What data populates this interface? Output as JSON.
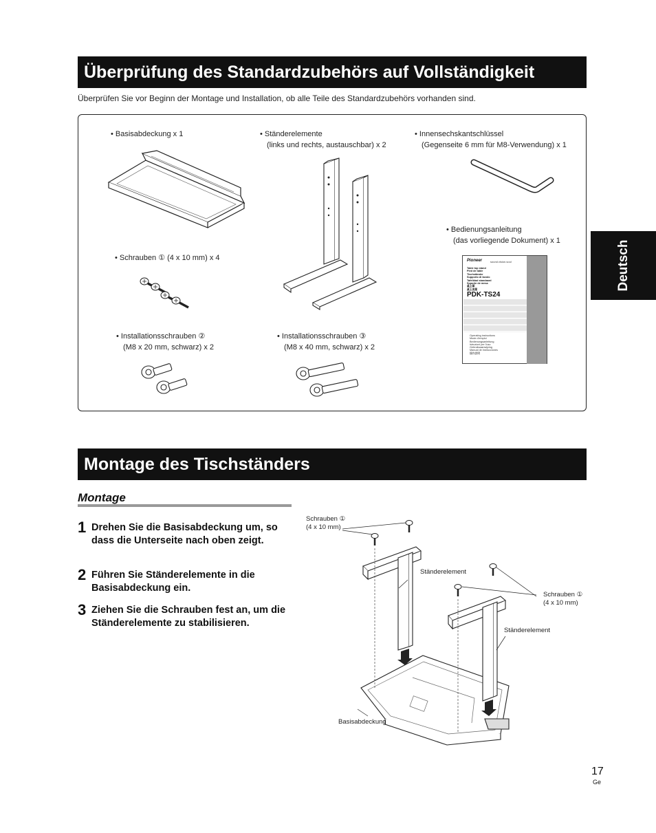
{
  "section1": {
    "title": "Überprüfung des Standardzubehörs auf Vollständigkeit",
    "intro": "Überprüfen Sie vor Beginn der Montage und Installation, ob alle Teile des Standardzubehörs vorhanden sind."
  },
  "parts": {
    "base_cover": "• Basisabdeckung x 1",
    "stand_elements_1": "• Ständerelemente",
    "stand_elements_2": "(links und rechts, austauschbar) x 2",
    "hex_key_1": "• Innensechskantschlüssel",
    "hex_key_2": "(Gegenseite 6 mm für M8-Verwendung) x 1",
    "manual_1": "• Bedienungsanleitung",
    "manual_2": "(das vorliegende Dokument) x 1",
    "screws_1": "• Schrauben ① (4 x 10 mm) x 4",
    "inst_screws2_1": "• Installationsschrauben ②",
    "inst_screws2_2": "(M8 x 20 mm, schwarz) x 2",
    "inst_screws3_1": "• Installationsschrauben ③",
    "inst_screws3_2": "(M8 x 40 mm, schwarz) x 2"
  },
  "manual_cover": {
    "brand": "Pioneer",
    "tagline": "sound.vision.soul",
    "titles": [
      "Table top stand",
      "Pied de table",
      "Tischständer",
      "Supporto di tavolo",
      "Tafelblad standaard",
      "Soporte de mesa",
      "桌上架",
      "桌上支架"
    ],
    "model": "PDK-TS24",
    "languages": [
      "Operating instructions",
      "Mode d'emploi",
      "Bedienungsanleitung",
      "Istruzioni per l'uso",
      "Gebruiksaanwijzing",
      "Manual de instrucciones",
      "操作說明"
    ]
  },
  "side_tab": "Deutsch",
  "section2": {
    "title": "Montage des Tischständers",
    "subheading": "Montage"
  },
  "steps": [
    {
      "num": "1",
      "text": "Drehen Sie die Basisabdeckung um, so dass die Unterseite nach oben zeigt."
    },
    {
      "num": "2",
      "text": "Führen Sie Ständerelemente in die Basisabdeckung ein."
    },
    {
      "num": "3",
      "text": "Ziehen Sie die Schrauben fest an, um die Ständerelemente zu stabilisieren."
    }
  ],
  "diagram_labels": {
    "screws_top_1": "Schrauben ①",
    "screws_top_2": "(4 x 10 mm)",
    "stand_element_1": "Ständerelement",
    "screws_right_1": "Schrauben ①",
    "screws_right_2": "(4 x 10 mm)",
    "stand_element_2": "Ständerelement",
    "base_cover": "Basisabdeckung"
  },
  "page": {
    "number": "17",
    "lang": "Ge"
  }
}
